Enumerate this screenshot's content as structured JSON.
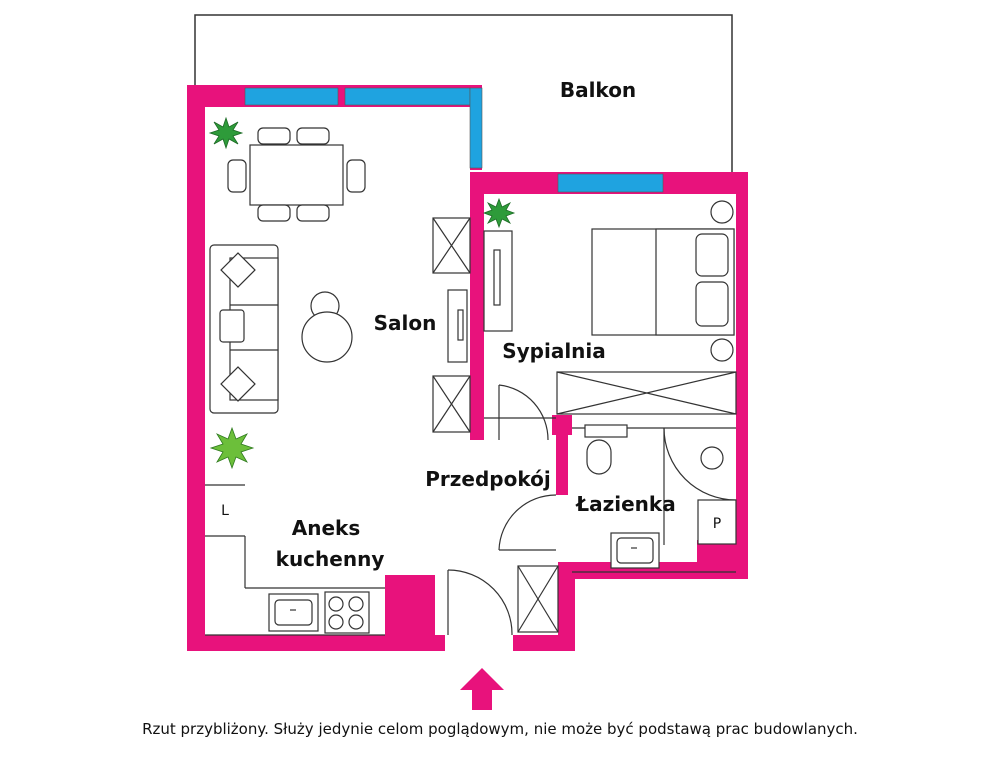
{
  "rooms": {
    "balcony": "Balkon",
    "living": "Salon",
    "bedroom": "Sypialnia",
    "hallway": "Przedpokój",
    "bathroom": "Łazienka",
    "kitchen_line1": "Aneks",
    "kitchen_line2": "kuchenny"
  },
  "fixtures": {
    "fridge": "L",
    "washer": "P"
  },
  "caption": "Rzut przybliżony. Służy jedynie celom poglądowym, nie może być podstawą prac budowlanych.",
  "colors": {
    "wall": "#e8127c",
    "window": "#1fa3e0",
    "line": "#333333",
    "plant": "#2e9b3a"
  }
}
